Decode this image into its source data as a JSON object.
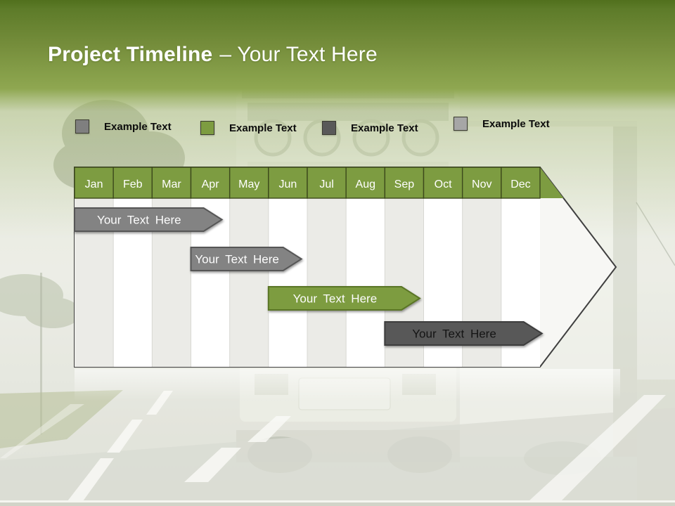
{
  "slide_title": {
    "bold": "Project Timeline",
    "regular": "– Your Text Here"
  },
  "legend": {
    "items": [
      {
        "label": "Example Text",
        "color": "#7f7f7f"
      },
      {
        "label": "Example Text",
        "color": "#7d9c41"
      },
      {
        "label": "Example Text",
        "color": "#595959"
      },
      {
        "label": "Example Text",
        "color": "#a6a6a6"
      }
    ]
  },
  "chart_data": {
    "type": "gantt-timeline",
    "title": "Project Timeline – Your Text Here",
    "months": [
      "Jan",
      "Feb",
      "Mar",
      "Apr",
      "May",
      "Jun",
      "Jul",
      "Aug",
      "Sep",
      "Oct",
      "Nov",
      "Dec"
    ],
    "header_color": "#7d9c41",
    "header_text_color": "#ffffff",
    "arrow_body_color": "#f7f7f4",
    "stripe_colors": [
      "#ebebe7",
      "#ffffff"
    ],
    "bars": [
      {
        "label": "Your Text Here",
        "color": "#838383",
        "border": "#575757",
        "text_color": "#fcfcfc",
        "start_month": 0.0,
        "end_month": 3.8,
        "row": 0
      },
      {
        "label": "Your Text Here",
        "color": "#838383",
        "border": "#575757",
        "text_color": "#fcfcfc",
        "start_month": 3.0,
        "end_month": 5.85,
        "row": 1
      },
      {
        "label": "Your Text Here",
        "color": "#7d9c41",
        "border": "#5a7526",
        "text_color": "#fcfcfc",
        "start_month": 5.0,
        "end_month": 8.9,
        "row": 2
      },
      {
        "label": "Your Text Here",
        "color": "#595959",
        "border": "#3d3d3d",
        "text_color": "#141414",
        "start_month": 8.0,
        "end_month": 12.05,
        "row": 3
      }
    ]
  }
}
